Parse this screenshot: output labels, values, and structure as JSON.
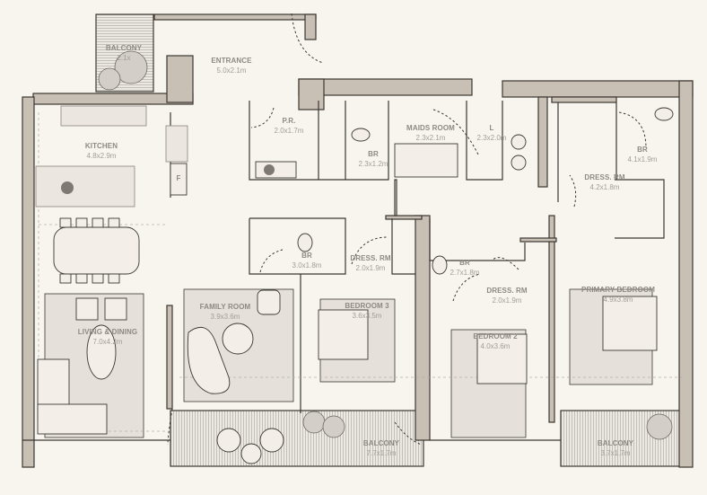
{
  "plan": {
    "colors": {
      "background": "#f8f5ef",
      "wall": "#c8bfb5",
      "outline": "#3b3732",
      "room_fill": "#e5e0d9",
      "label": "#8e8983"
    },
    "rooms": [
      {
        "id": "balcony-top",
        "name": "BALCONY",
        "dims": "2.1x"
      },
      {
        "id": "entrance",
        "name": "ENTRANCE",
        "dims": "5.0x2.1m"
      },
      {
        "id": "kitchen",
        "name": "KITCHEN",
        "dims": "4.8x2.9m"
      },
      {
        "id": "pr",
        "name": "P.R.",
        "dims": "2.0x1.7m"
      },
      {
        "id": "br-maid",
        "name": "BR",
        "dims": "2.3x1.2m"
      },
      {
        "id": "maids-room",
        "name": "MAIDS ROOM",
        "dims": "2.3x2.1m"
      },
      {
        "id": "laundry",
        "name": "L",
        "dims": "2.3x2.0m"
      },
      {
        "id": "dress-primary",
        "name": "DRESS. RM",
        "dims": "4.2x1.8m"
      },
      {
        "id": "br-primary",
        "name": "BR",
        "dims": "4.1x1.9m"
      },
      {
        "id": "br-3",
        "name": "BR",
        "dims": "3.0x1.8m"
      },
      {
        "id": "dress-3",
        "name": "DRESS. RM",
        "dims": "2.0x1.9m"
      },
      {
        "id": "br-2",
        "name": "BR",
        "dims": "2.7x1.8m"
      },
      {
        "id": "dress-2",
        "name": "DRESS. RM",
        "dims": "2.0x1.9m"
      },
      {
        "id": "family-room",
        "name": "FAMILY ROOM",
        "dims": "3.9x3.6m"
      },
      {
        "id": "bedroom-3",
        "name": "BEDROOM 3",
        "dims": "3.6x3.5m"
      },
      {
        "id": "bedroom-2",
        "name": "BEDROOM 2",
        "dims": "4.0x3.6m"
      },
      {
        "id": "primary-bedroom",
        "name": "PRIMARY BEDROOM",
        "dims": "4.9x3.8m"
      },
      {
        "id": "living-dining",
        "name": "LIVING & DINING",
        "dims": "7.0x4.2m"
      },
      {
        "id": "balcony-main",
        "name": "BALCONY",
        "dims": "7.7x1.7m"
      },
      {
        "id": "balcony-primary",
        "name": "BALCONY",
        "dims": "3.7x1.7m"
      }
    ],
    "fridge_label": "F"
  }
}
